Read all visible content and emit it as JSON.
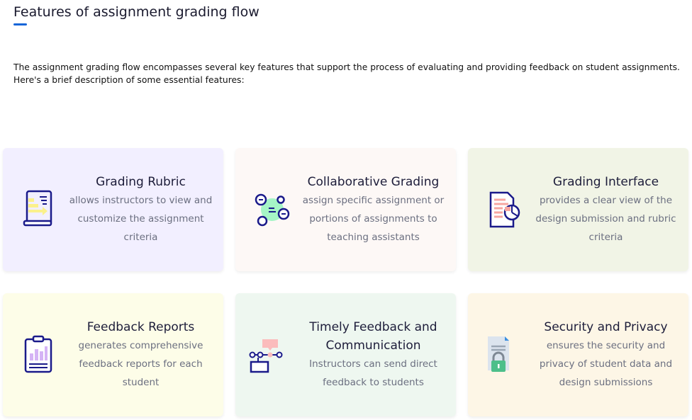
{
  "header": {
    "title": "Features of assignment grading flow"
  },
  "intro": "The assignment grading flow encompasses several key features that support the process of evaluating and providing feedback on student assignments. Here's a brief description of some essential features:",
  "cards": [
    {
      "title": "Grading Rubric",
      "desc": "allows instructors to view and customize the assignment criteria",
      "icon": "rubric-document-icon",
      "bg": "#f2efff"
    },
    {
      "title": "Collaborative Grading",
      "desc": "assign specific assignment or portions of assignments to teaching assistants",
      "icon": "collaboration-nodes-icon",
      "bg": "#fdf8f6"
    },
    {
      "title": "Grading Interface",
      "desc": "provides a clear view of the design submission and rubric criteria",
      "icon": "report-chart-icon",
      "bg": "#f1f4e6"
    },
    {
      "title": "Feedback Reports",
      "desc": "generates comprehensive feedback reports for each student",
      "icon": "clipboard-chart-icon",
      "bg": "#fdfde8"
    },
    {
      "title": "Timely Feedback and Communication",
      "desc": "Instructors can send direct feedback to students",
      "icon": "timeline-message-icon",
      "bg": "#eef7f0"
    },
    {
      "title": "Security and Privacy",
      "desc": "ensures the security and privacy of student data and design submissions",
      "icon": "secure-document-lock-icon",
      "bg": "#fdf6e6"
    }
  ]
}
